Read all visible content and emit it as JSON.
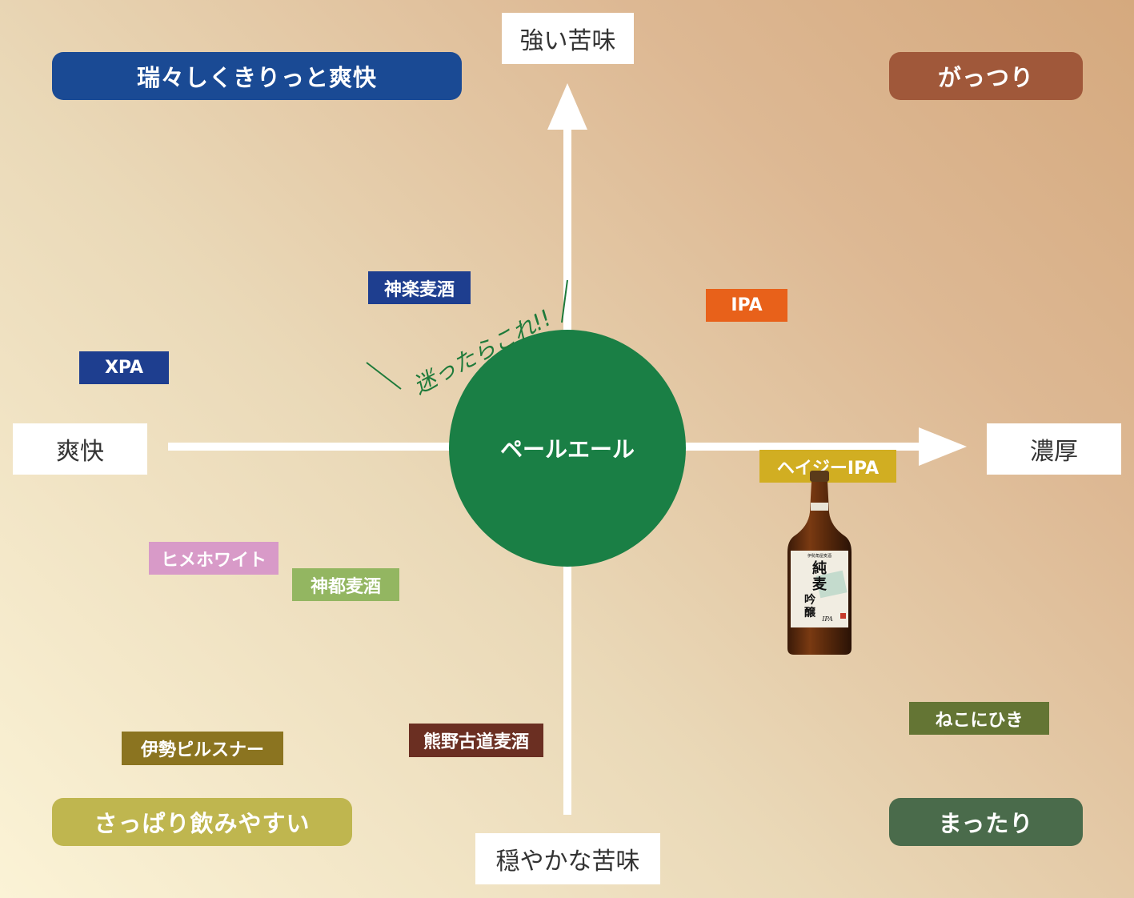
{
  "axes": {
    "top": "強い苦味",
    "bottom": "穏やかな苦味",
    "left": "爽快",
    "right": "濃厚"
  },
  "quadrants": {
    "top_left": {
      "label": "瑞々しくきりっと爽快",
      "color": "#1a4a94"
    },
    "top_right": {
      "label": "がっつり",
      "color": "#a0583a"
    },
    "bottom_left": {
      "label": "さっぱり飲みやすい",
      "color": "#bfb64f"
    },
    "bottom_right": {
      "label": "まったり",
      "color": "#4a6b4b"
    }
  },
  "center": {
    "label": "ペールエール",
    "color": "#1a7f45"
  },
  "hint": "迷ったらこれ!!",
  "beers": {
    "kagura": {
      "label": "神楽麦酒",
      "color": "#1e3e8f"
    },
    "ipa": {
      "label": "IPA",
      "color": "#e8611a"
    },
    "xpa": {
      "label": "XPA",
      "color": "#1e3e8f"
    },
    "hazy": {
      "label": "ヘイジーIPA",
      "color": "#d1ae22"
    },
    "hime": {
      "label": "ヒメホワイト",
      "color": "#d89ac8"
    },
    "kamito": {
      "label": "神都麦酒",
      "color": "#93b661"
    },
    "ise": {
      "label": "伊勢ピルスナー",
      "color": "#8b7420"
    },
    "kumano": {
      "label": "熊野古道麦酒",
      "color": "#6b2f22"
    },
    "nekoni": {
      "label": "ねこにひき",
      "color": "#647534"
    }
  },
  "bottle_label": {
    "brand": "伊勢角屋麦酒",
    "line1": "純",
    "line2": "麦",
    "line3": "吟",
    "line4": "醸",
    "sub": "IPA"
  }
}
